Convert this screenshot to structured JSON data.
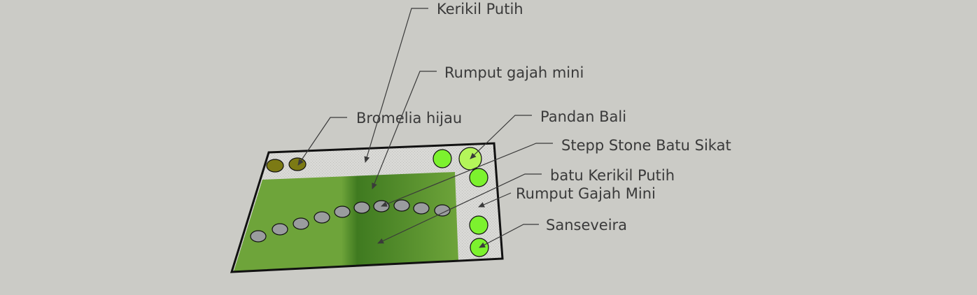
{
  "diagram": {
    "colors": {
      "background": "#cbcbc6",
      "gravel": "#d9d9d6",
      "lawn_light": "#6ea43a",
      "lawn_dark": "#3f7a20",
      "outline": "#111111",
      "leader": "#3a3a3a",
      "stone_fill": "#9a9c9e",
      "bromelia_fill": "#7c7a14",
      "plant_fill": "#7cf22e",
      "pandan_fill": "#b4f55a"
    },
    "labels": [
      {
        "id": "kerikil-putih-top",
        "text": "Kerikil Putih"
      },
      {
        "id": "rumput-gajah-mini-top",
        "text": "Rumput gajah mini"
      },
      {
        "id": "bromelia-hijau",
        "text": "Bromelia hijau"
      },
      {
        "id": "pandan-bali",
        "text": "Pandan Bali"
      },
      {
        "id": "stepp-stone",
        "text": "Stepp Stone Batu Sikat"
      },
      {
        "id": "batu-kerikil-putih",
        "text": "batu Kerikil Putih"
      },
      {
        "id": "rumput-gajah-mini-right",
        "text": "Rumput Gajah Mini"
      },
      {
        "id": "sanseveira",
        "text": "Sanseveira"
      }
    ]
  }
}
